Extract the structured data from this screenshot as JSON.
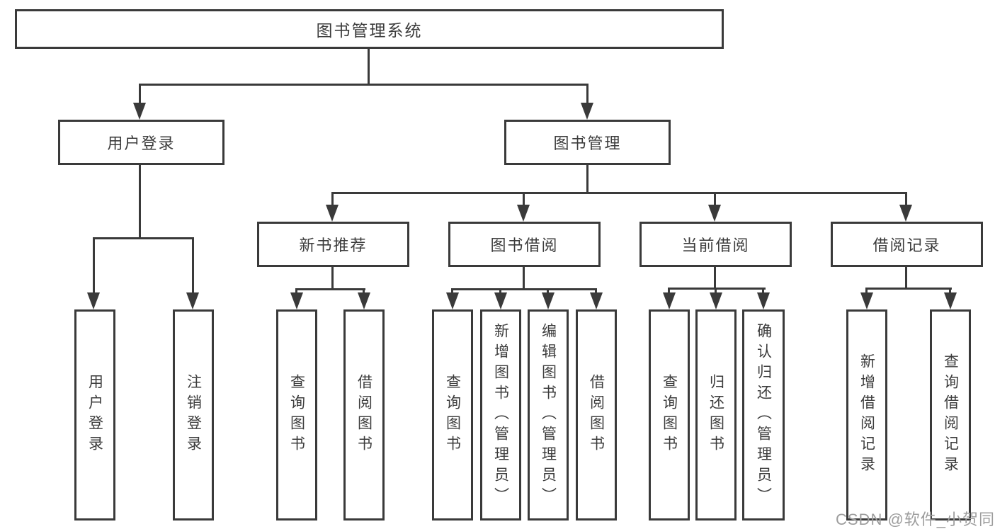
{
  "diagram_title": "图书管理系统",
  "nodes": {
    "root": {
      "label": "图书管理系统"
    },
    "branches": [
      {
        "label": "用户登录"
      },
      {
        "label": "图书管理"
      }
    ],
    "sections": [
      {
        "label": "新书推荐",
        "parent": "图书管理"
      },
      {
        "label": "图书借阅",
        "parent": "图书管理"
      },
      {
        "label": "当前借阅",
        "parent": "图书管理"
      },
      {
        "label": "借阅记录",
        "parent": "图书管理"
      }
    ],
    "leaves": [
      {
        "label": "用户登录",
        "parent": "用户登录"
      },
      {
        "label": "注销登录",
        "parent": "用户登录"
      },
      {
        "label": "查询图书",
        "parent": "新书推荐"
      },
      {
        "label": "借阅图书",
        "parent": "新书推荐"
      },
      {
        "label": "查询图书",
        "parent": "图书借阅"
      },
      {
        "label": "新增图书（管理员）",
        "parent": "图书借阅"
      },
      {
        "label": "编辑图书（管理员）",
        "parent": "图书借阅"
      },
      {
        "label": "借阅图书",
        "parent": "图书借阅"
      },
      {
        "label": "查询图书",
        "parent": "当前借阅"
      },
      {
        "label": "归还图书",
        "parent": "当前借阅"
      },
      {
        "label": "确认归还（管理员）",
        "parent": "当前借阅"
      },
      {
        "label": "新增借阅记录",
        "parent": "借阅记录"
      },
      {
        "label": "查询借阅记录",
        "parent": "借阅记录"
      }
    ]
  },
  "watermark": {
    "text": "CSDN @软件_小贺同学"
  },
  "colors": {
    "line": "#3a3a3a",
    "text": "#3c3c3c",
    "watermark": "#9d9d9d",
    "background": "#ffffff"
  }
}
